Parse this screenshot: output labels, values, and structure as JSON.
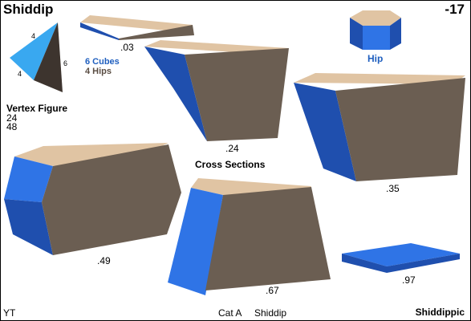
{
  "header": {
    "title": "Shiddip",
    "code": "-17"
  },
  "vertex_figure": {
    "title": "Vertex Figure",
    "num1": "24",
    "num2": "48",
    "edge_labels": [
      "4",
      "4",
      "6"
    ]
  },
  "cells": {
    "line1": "6 Cubes",
    "line2": "4 Hips"
  },
  "hip": {
    "label": "Hip"
  },
  "cross_sections": {
    "title": "Cross Sections",
    "values": [
      ".03",
      ".24",
      ".35",
      ".49",
      ".67",
      ".97"
    ]
  },
  "footer": {
    "author": "YT",
    "category": "Cat A",
    "name": "Shiddip",
    "group": "Shiddippic"
  },
  "colors": {
    "blue": "#1f4fae",
    "bright_blue": "#2f74e6",
    "tan": "#e0c4a3",
    "brown": "#6b5e52",
    "dark": "#3d342e",
    "light_blue": "#39a8f0"
  }
}
